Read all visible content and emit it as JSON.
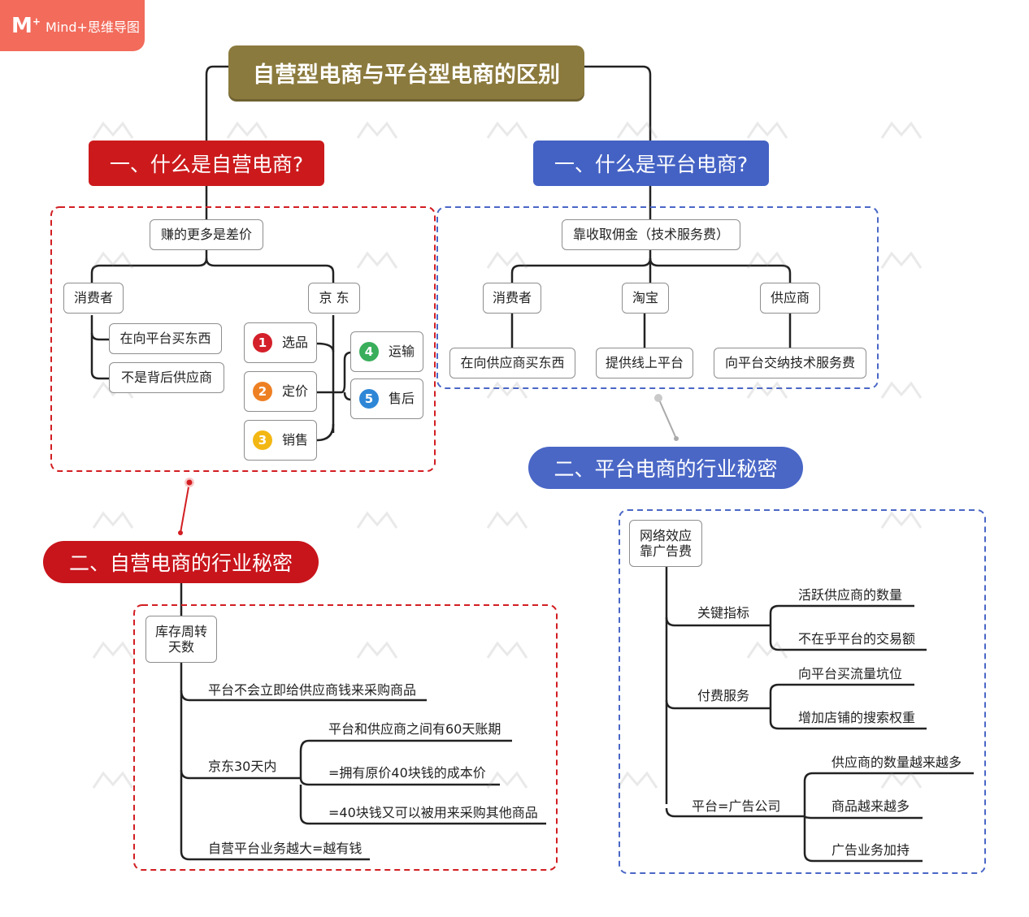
{
  "brand": {
    "name": "Mind+思维导图",
    "logo_icon": "mindplus-logo-icon"
  },
  "root": "自营型电商与平台型电商的区别",
  "left_section": {
    "title": "一、什么是自营电商?",
    "main_node": "赚的更多是差价",
    "consumer": {
      "label": "消费者",
      "children": [
        "在向平台买东西",
        "不是背后供应商"
      ]
    },
    "jd": {
      "label": "京  东",
      "steps": [
        {
          "num": "1",
          "label": "选品"
        },
        {
          "num": "2",
          "label": "定价"
        },
        {
          "num": "3",
          "label": "销售"
        },
        {
          "num": "4",
          "label": "运输"
        },
        {
          "num": "5",
          "label": "售后"
        }
      ]
    }
  },
  "right_section": {
    "title": "一、什么是平台电商?",
    "main_node": "靠收取佣金（技术服务费）",
    "columns": [
      {
        "label": "消费者",
        "child": "在向供应商买东西"
      },
      {
        "label": "淘宝",
        "child": "提供线上平台"
      },
      {
        "label": "供应商",
        "child": "向平台交纳技术服务费"
      }
    ]
  },
  "left_secret": {
    "title": "二、自营电商的行业秘密",
    "main_node": "库存周转\n天数",
    "items": {
      "a": "平台不会立即给供应商钱来采购商品",
      "b_label": "京东30天内",
      "b_children": [
        "平台和供应商之间有60天账期",
        "=拥有原价40块钱的成本价",
        "=40块钱又可以被用来采购其他商品"
      ],
      "c": "自营平台业务越大=越有钱"
    }
  },
  "right_secret": {
    "title": "二、平台电商的行业秘密",
    "main_node": "网络效应\n靠广告费",
    "groups": [
      {
        "label": "关键指标",
        "children": [
          "活跃供应商的数量",
          "不在乎平台的交易额"
        ]
      },
      {
        "label": "付费服务",
        "children": [
          "向平台买流量坑位",
          "增加店铺的搜索权重"
        ]
      },
      {
        "label": "平台=广告公司",
        "children": [
          "供应商的数量越来越多",
          "商品越来越多",
          "广告业务加持"
        ]
      }
    ]
  },
  "colors": {
    "red": "#cc1a1c",
    "blue": "#4462c4",
    "root": "#8b7a3d",
    "logo": "#f26b5b"
  }
}
